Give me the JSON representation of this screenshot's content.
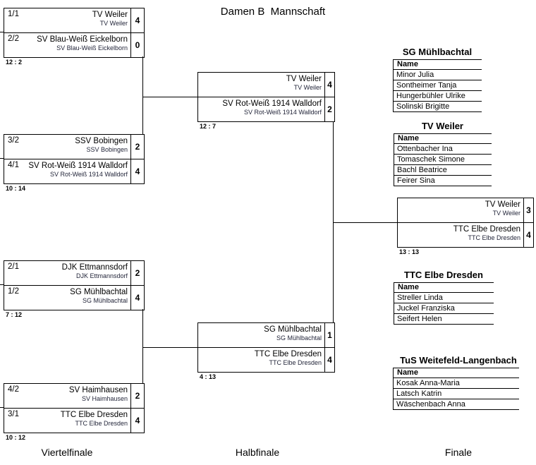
{
  "title": "Damen B  Mannschaft",
  "round_labels": {
    "quarterfinal": "Viertelfinale",
    "semifinal": "Halbfinale",
    "final": "Finale"
  },
  "quarterfinals": [
    {
      "teams": [
        {
          "seed": "1/1",
          "name": "TV Weiler",
          "club": "TV Weiler",
          "score": "4"
        },
        {
          "seed": "2/2",
          "name": "SV Blau-Weiß Eickelborn",
          "club": "SV Blau-Weiß Eickelborn",
          "score": "0"
        }
      ],
      "result": "12 : 2"
    },
    {
      "teams": [
        {
          "seed": "3/2",
          "name": "SSV Bobingen",
          "club": "SSV Bobingen",
          "score": "2"
        },
        {
          "seed": "4/1",
          "name": "SV Rot-Weiß 1914 Walldorf",
          "club": "SV Rot-Weiß 1914 Walldorf",
          "score": "4"
        }
      ],
      "result": "10 : 14"
    },
    {
      "teams": [
        {
          "seed": "2/1",
          "name": "DJK Ettmannsdorf",
          "club": "DJK Ettmannsdorf",
          "score": "2"
        },
        {
          "seed": "1/2",
          "name": "SG Mühlbachtal",
          "club": "SG Mühlbachtal",
          "score": "4"
        }
      ],
      "result": "7 : 12"
    },
    {
      "teams": [
        {
          "seed": "4/2",
          "name": "SV Haimhausen",
          "club": "SV Haimhausen",
          "score": "2"
        },
        {
          "seed": "3/1",
          "name": "TTC Elbe Dresden",
          "club": "TTC Elbe Dresden",
          "score": "4"
        }
      ],
      "result": "10 : 12"
    }
  ],
  "semifinals": [
    {
      "teams": [
        {
          "name": "TV Weiler",
          "club": "TV Weiler",
          "score": "4"
        },
        {
          "name": "SV Rot-Weiß 1914 Walldorf",
          "club": "SV Rot-Weiß 1914 Walldorf",
          "score": "2"
        }
      ],
      "result": "12 : 7"
    },
    {
      "teams": [
        {
          "name": "SG Mühlbachtal",
          "club": "SG Mühlbachtal",
          "score": "1"
        },
        {
          "name": "TTC Elbe Dresden",
          "club": "TTC Elbe Dresden",
          "score": "4"
        }
      ],
      "result": "4 : 13"
    }
  ],
  "final": {
    "teams": [
      {
        "name": "TV Weiler",
        "club": "TV Weiler",
        "score": "3"
      },
      {
        "name": "TTC Elbe Dresden",
        "club": "TTC Elbe Dresden",
        "score": "4"
      }
    ],
    "result": "13 : 13"
  },
  "rosters": [
    {
      "team": "SG Mühlbachtal",
      "header": "Name",
      "players": [
        "Minor Julia",
        "Sontheimer Tanja",
        "Hungerbühler Ulrike",
        "Solinski Brigitte"
      ]
    },
    {
      "team": "TV Weiler",
      "header": "Name",
      "players": [
        "Ottenbacher Ina",
        "Tomaschek Simone",
        "Bachl Beatrice",
        "Feirer Sina"
      ]
    },
    {
      "team": "TTC Elbe Dresden",
      "header": "Name",
      "players": [
        "Streller Linda",
        "Juckel Franziska",
        "Seifert Helen"
      ]
    },
    {
      "team": "TuS Weitefeld-Langenbach",
      "header": "Name",
      "players": [
        "Kosak Anna-Maria",
        "Latsch Katrin",
        "Wäschenbach Anna"
      ]
    }
  ],
  "colors": {
    "line": "#000000",
    "background": "#ffffff"
  }
}
